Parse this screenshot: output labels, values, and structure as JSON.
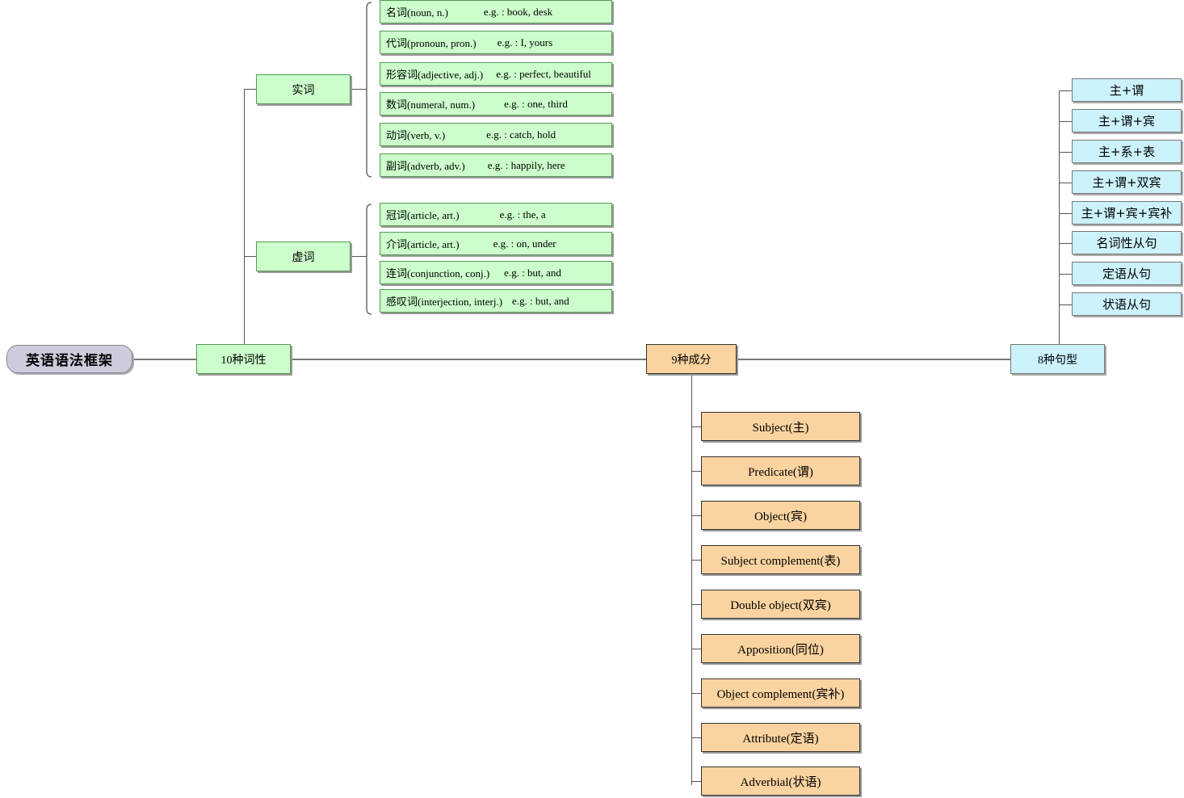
{
  "diagram": {
    "title": "英语语法框架",
    "type": "mind-map"
  },
  "root": {
    "label": "英语语法框架",
    "color": "#ccccdd"
  },
  "branches": {
    "parts_of_speech": {
      "label": "10种词性",
      "color": "#ccffcc",
      "groups": [
        {
          "label": "实词",
          "items": [
            {
              "term": "名词(noun, n.)",
              "eg": "e.g. : book, desk"
            },
            {
              "term": "代词(pronoun, pron.)",
              "eg": "e.g. : I, yours"
            },
            {
              "term": "形容词(adjective, adj.)",
              "eg": "e.g. : perfect, beautiful"
            },
            {
              "term": "数词(numeral, num.)",
              "eg": "e.g. : one, third"
            },
            {
              "term": "动词(verb, v.)",
              "eg": "e.g. : catch, hold"
            },
            {
              "term": "副词(adverb, adv.)",
              "eg": "e.g. : happily, here"
            }
          ]
        },
        {
          "label": "虚词",
          "items": [
            {
              "term": "冠词(article, art.)",
              "eg": "e.g. : the, a"
            },
            {
              "term": "介词(article, art.)",
              "eg": "e.g. : on, under"
            },
            {
              "term": "连词(conjunction, conj.)",
              "eg": "e.g. : but, and"
            },
            {
              "term": "感叹词(interjection, interj.)",
              "eg": "e.g. : but, and"
            }
          ]
        }
      ]
    },
    "sentence_elements": {
      "label": "9种成分",
      "color": "#fad3a0",
      "items": [
        {
          "label": "Subject(主)"
        },
        {
          "label": "Predicate(谓)"
        },
        {
          "label": "Object(宾)"
        },
        {
          "label": "Subject complement(表)"
        },
        {
          "label": "Double object(双宾)"
        },
        {
          "label": "Apposition(同位)"
        },
        {
          "label": "Object complement(宾补)"
        },
        {
          "label": "Attribute(定语)"
        },
        {
          "label": "Adverbial(状语)"
        }
      ]
    },
    "sentence_patterns": {
      "label": "8种句型",
      "color": "#ccf2fb",
      "items": [
        {
          "label": "主+谓"
        },
        {
          "label": "主+谓+宾"
        },
        {
          "label": "主+系+表"
        },
        {
          "label": "主+谓+双宾"
        },
        {
          "label": "主+谓+宾+宾补"
        },
        {
          "label": "名词性从句"
        },
        {
          "label": "定语从句"
        },
        {
          "label": "状语从句"
        }
      ]
    }
  }
}
